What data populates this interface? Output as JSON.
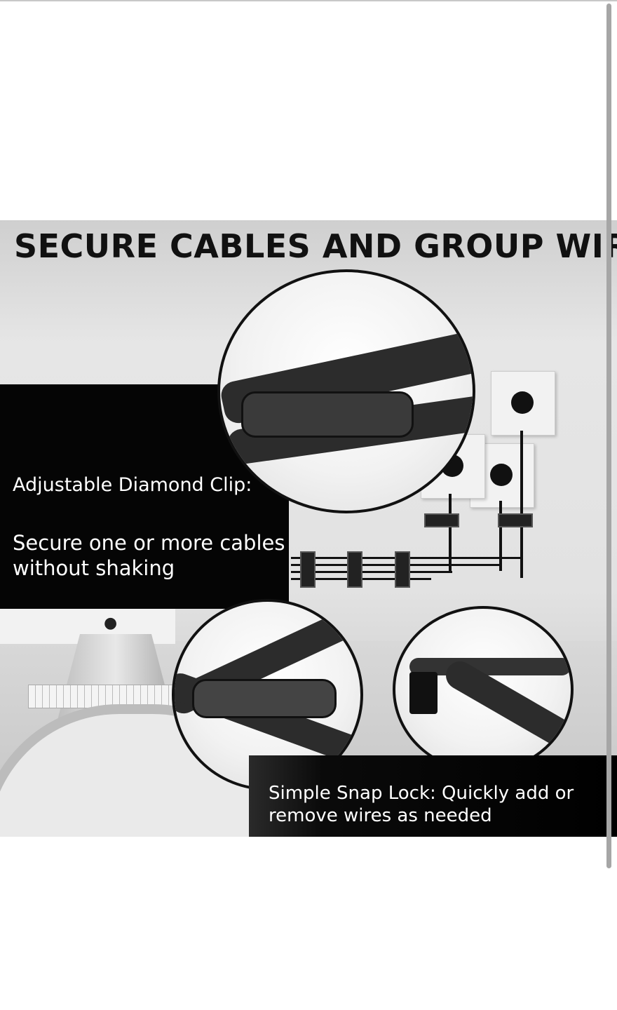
{
  "image": {
    "title": "SECURE CABLES AND GROUP WIRES",
    "left_panel": {
      "heading": "Adjustable Diamond Clip:",
      "body": "Secure one or more cables without shaking"
    },
    "bottom_panel": {
      "text": "Simple Snap Lock: Quickly add or remove wires as needed"
    },
    "colors": {
      "panel": "#050505",
      "panel_text": "#ffffff",
      "title": "#111111",
      "scrollbar": "#a6a6a6"
    }
  }
}
